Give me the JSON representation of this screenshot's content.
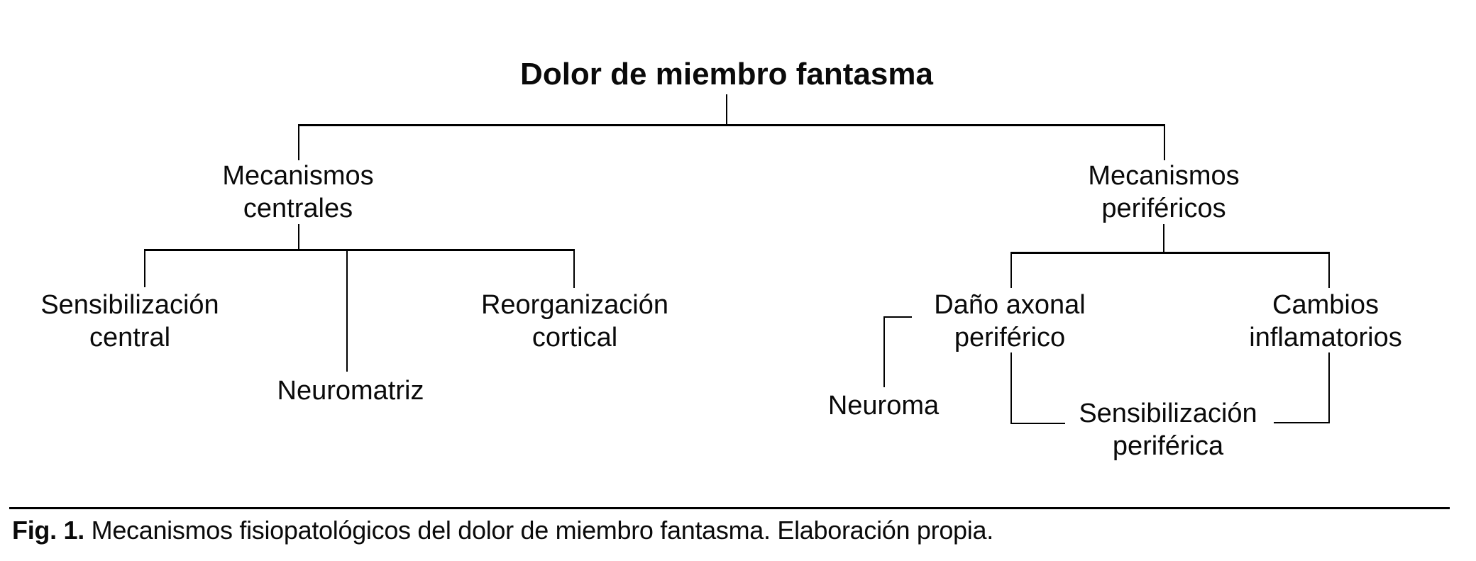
{
  "figure": {
    "type": "tree-diagram",
    "background_color": "#ffffff",
    "line_color": "#000000",
    "text_color": "#0a0a0a",
    "nodes": {
      "root": "Dolor de miembro fantasma",
      "mecanismos_centrales": "Mecanismos\ncentrales",
      "mecanismos_perifericos": "Mecanismos\nperiféricos",
      "sensibilizacion_central": "Sensibilización\ncentral",
      "neuromatriz": "Neuromatriz",
      "reorganizacion_cortical": "Reorganización\ncortical",
      "dano_axonal_periferico": "Daño axonal\nperiférico",
      "cambios_inflamatorios": "Cambios\ninflamatorios",
      "neuroma": "Neuroma",
      "sensibilizacion_periferica": "Sensibilización\nperiférica"
    },
    "edges": [
      {
        "from": "root",
        "to": "mecanismos_centrales"
      },
      {
        "from": "root",
        "to": "mecanismos_perifericos"
      },
      {
        "from": "mecanismos_centrales",
        "to": "sensibilizacion_central"
      },
      {
        "from": "mecanismos_centrales",
        "to": "neuromatriz"
      },
      {
        "from": "mecanismos_centrales",
        "to": "reorganizacion_cortical"
      },
      {
        "from": "mecanismos_perifericos",
        "to": "dano_axonal_periferico"
      },
      {
        "from": "mecanismos_perifericos",
        "to": "cambios_inflamatorios"
      },
      {
        "from": "dano_axonal_periferico",
        "to": "neuroma"
      },
      {
        "from": "dano_axonal_periferico",
        "to": "sensibilizacion_periferica"
      },
      {
        "from": "cambios_inflamatorios",
        "to": "sensibilizacion_periferica"
      }
    ]
  },
  "caption": {
    "label_bold": "Fig. 1.",
    "text": "Mecanismos fisiopatológicos del dolor de miembro fantasma. Elaboración propia."
  }
}
